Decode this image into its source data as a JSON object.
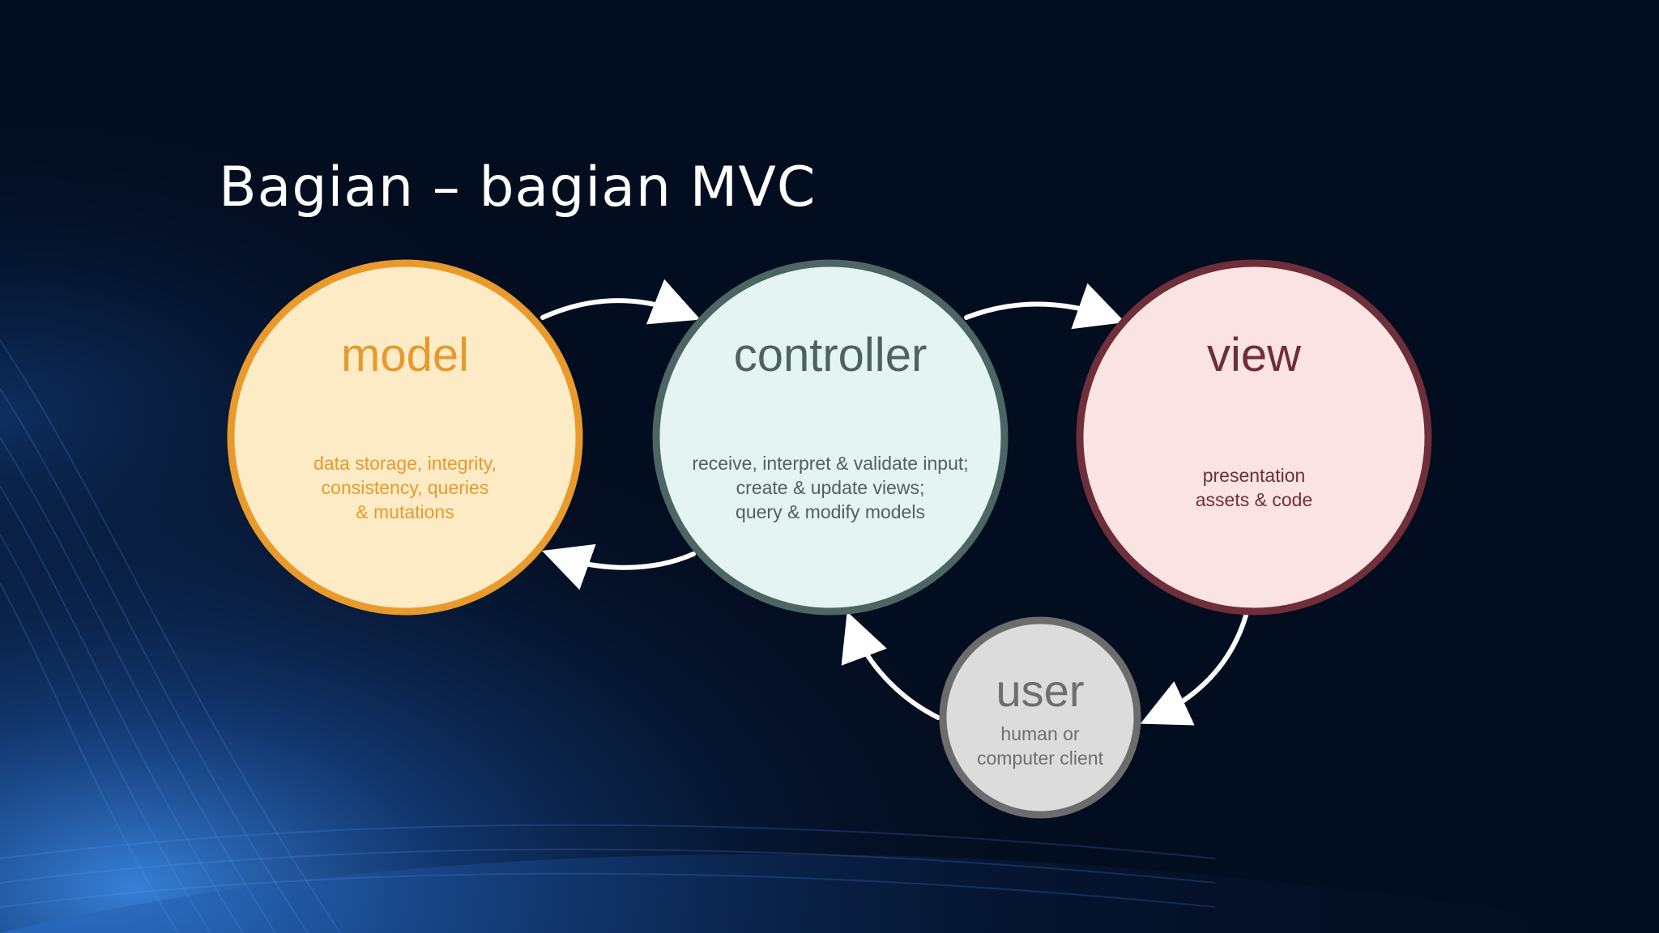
{
  "slide": {
    "title": "Bagian – bagian MVC"
  },
  "diagram": {
    "nodes": {
      "model": {
        "label": "model",
        "lines": [
          "data storage, integrity,",
          "consistency, queries",
          "& mutations"
        ],
        "fill": "#fdebc6",
        "stroke": "#e99a2c",
        "text_color": "#e69a2e"
      },
      "controller": {
        "label": "controller",
        "lines": [
          "receive, interpret & validate input;",
          "create & update views;",
          "query & modify models"
        ],
        "fill": "#e4f4f2",
        "stroke": "#4d6563",
        "text_color": "#4e6261"
      },
      "view": {
        "label": "view",
        "lines": [
          "presentation",
          "assets & code"
        ],
        "fill": "#fbe3e3",
        "stroke": "#6e2e3a",
        "text_color": "#6c2f3c"
      },
      "user": {
        "label": "user",
        "lines": [
          "human or",
          "computer client"
        ],
        "fill": "#dcdcdc",
        "stroke": "#6c6c6c",
        "text_color": "#6e6e6e"
      }
    },
    "arrow_color": "#ffffff"
  }
}
